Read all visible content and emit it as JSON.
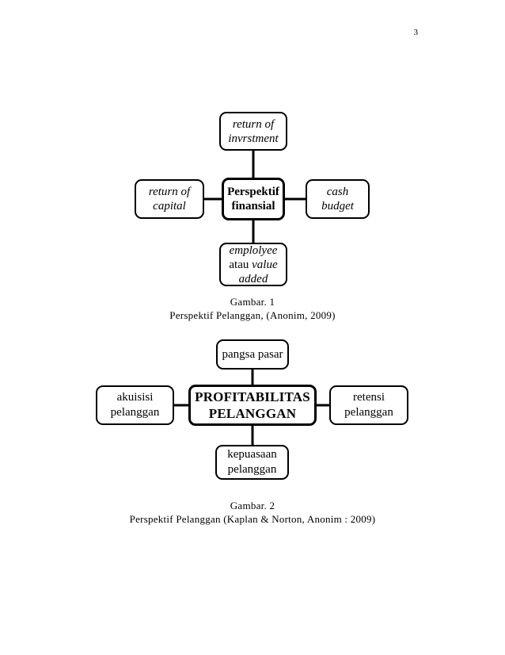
{
  "page": {
    "number": "3",
    "background": "#ffffff",
    "ink": "#000000"
  },
  "figure1": {
    "id": "gambar-1",
    "hub": {
      "line1": "Perspektif",
      "line2": "finansial"
    },
    "top": {
      "line1": "return of",
      "line2": "invrstment"
    },
    "left": {
      "line1": "return of",
      "line2": "capital"
    },
    "right": {
      "line1": "cash",
      "line2": "budget"
    },
    "bottom": {
      "line1": "emplolyee",
      "line2_roman": "atau",
      "line2_italic": "value",
      "line3": "added"
    },
    "caption": {
      "line1": "Gambar. 1",
      "line2": "Perspektif Pelanggan,  (Anonim,  2009)"
    }
  },
  "figure2": {
    "id": "gambar-2",
    "hub": {
      "line1": "PROFITABILITAS",
      "line2": "PELANGGAN"
    },
    "top": {
      "line1": "pangsa pasar"
    },
    "left": {
      "line1": "akuisisi",
      "line2": "pelanggan"
    },
    "right": {
      "line1": "retensi",
      "line2": "pelanggan"
    },
    "bottom": {
      "line1": "kepuasaan",
      "line2": "pelanggan"
    },
    "caption": {
      "line1": "Gambar.  2",
      "line2": "Perspektif  Pelanggan  (Kaplan & Norton, Anonim  : 2009)"
    }
  }
}
